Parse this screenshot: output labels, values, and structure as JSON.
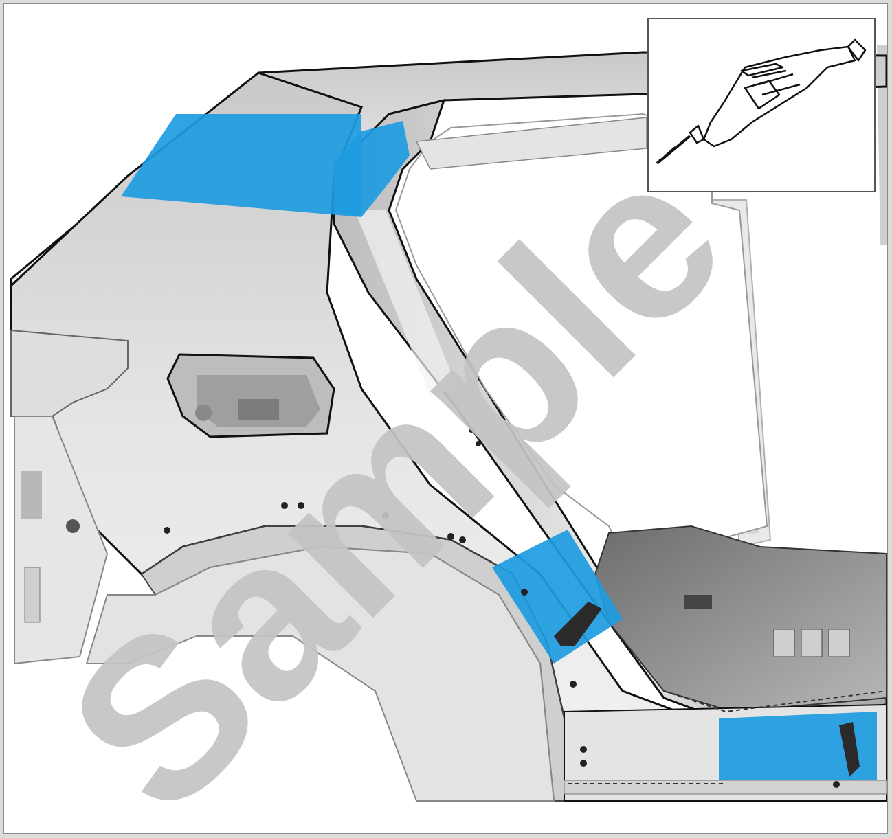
{
  "figure": {
    "watermark": "Sample",
    "colors": {
      "background": "#ffffff",
      "panel": "#d9d9d9",
      "panel_light": "#ececec",
      "panel_dark": "#9a9a9a",
      "highlight": "#1e9be0",
      "outline": "#111111",
      "watermark": "#c4c4c4"
    },
    "highlight_zones": [
      "roof-rail-cut-zone",
      "c-pillar-cut-zone",
      "wheel-arch-cut-zone",
      "rocker-cut-zone"
    ],
    "inset_icon": "air-saw-icon"
  }
}
